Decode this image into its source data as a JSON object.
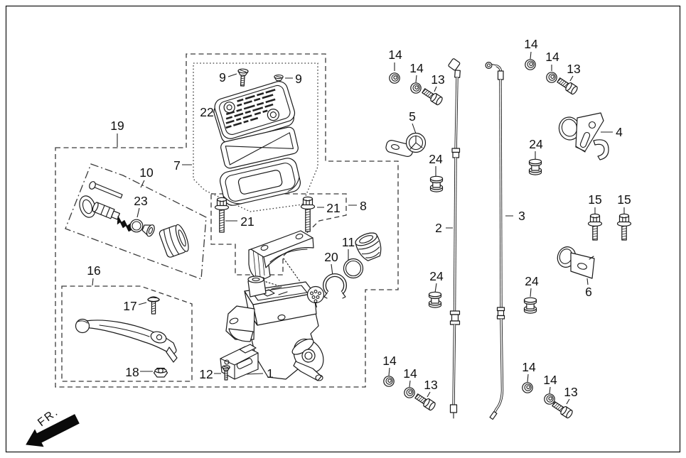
{
  "diagram": {
    "fr_label": "FR.",
    "part_numbers": {
      "n1": "1",
      "n2": "2",
      "n3": "3",
      "n4": "4",
      "n5": "5",
      "n6": "6",
      "n7": "7",
      "n8": "8",
      "n9": "9",
      "n10": "10",
      "n11": "11",
      "n12": "12",
      "n13": "13",
      "n14": "14",
      "n15": "15",
      "n16": "16",
      "n17": "17",
      "n18": "18",
      "n19": "19",
      "n20": "20",
      "n21": "21",
      "n22": "22",
      "n23": "23",
      "n24": "24"
    }
  }
}
